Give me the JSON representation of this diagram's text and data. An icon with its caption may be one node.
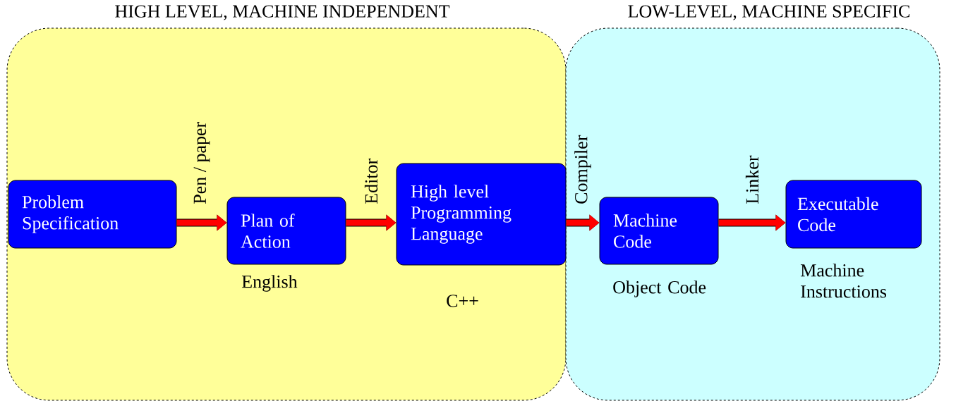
{
  "diagram": {
    "nodes": [
      {
        "text": [
          "HIGH LEVEL, MACHINE INDEPENDENT"
        ]
      },
      {
        "text": [
          "LOW-LEVEL, MACHINE SPECIFIC"
        ]
      },
      {
        "text": [
          "Problem Specification"
        ],
        "in": 0
      },
      {
        "text": [
          "Plan of Action"
        ],
        "beside": [
          "English"
        ],
        "in": 0
      },
      {
        "text": [
          "High level Programming Language"
        ],
        "beside": [
          "C++"
        ],
        "in": 0
      },
      {
        "text": [
          "Machine Code"
        ],
        "beside": [
          "Object Code"
        ],
        "in": 1
      },
      {
        "text": [
          "Executable Code"
        ],
        "beside": [
          "Machine Instructions"
        ],
        "in": 1
      }
    ],
    "edges": [
      {
        "from": 2,
        "to": 3,
        "arrow": "to",
        "label": "Pen / paper"
      },
      {
        "from": 3,
        "to": 4,
        "arrow": "to",
        "label": "Editor"
      },
      {
        "from": 4,
        "to": 5,
        "arrow": "to",
        "label": "Compiler"
      },
      {
        "from": 5,
        "to": 6,
        "arrow": "to",
        "label": "Linker"
      }
    ]
  }
}
